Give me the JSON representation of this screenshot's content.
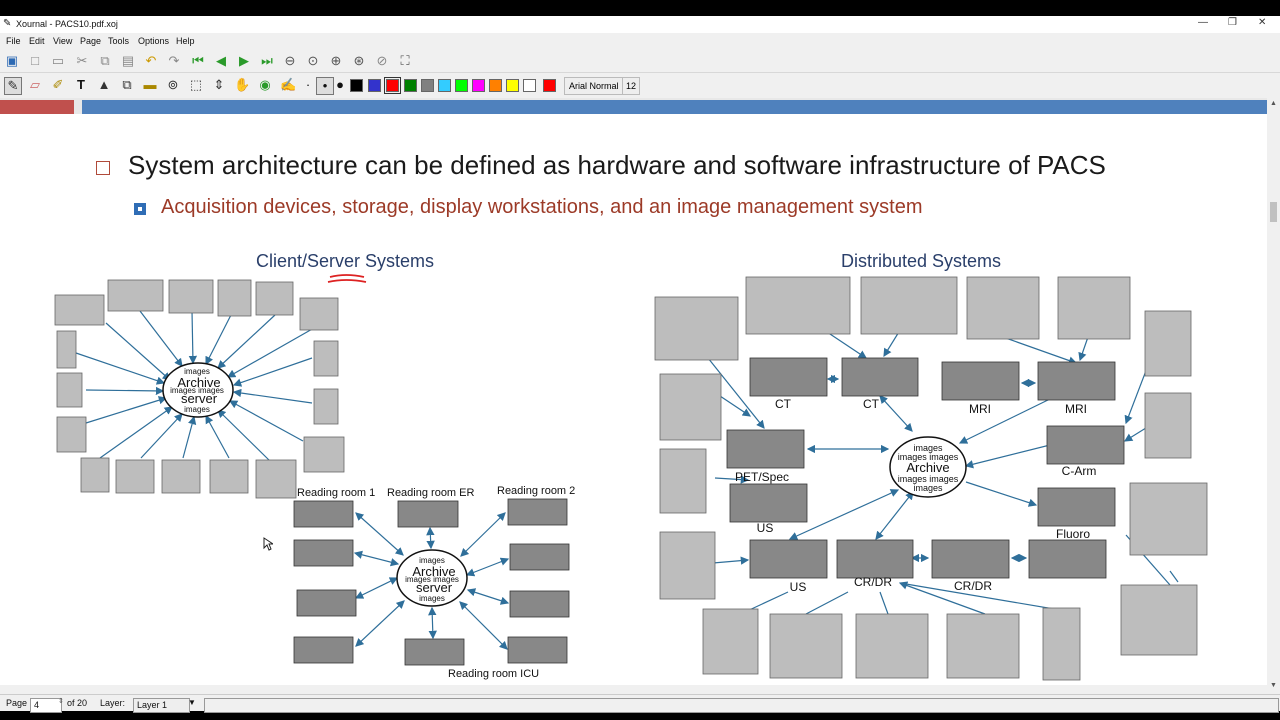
{
  "window": {
    "title": "Xournal - PACS10.pdf.xoj",
    "controls": [
      "minimize-icon",
      "restore-icon",
      "close-icon"
    ]
  },
  "menu": [
    "File",
    "Edit",
    "View",
    "Page",
    "Tools",
    "Options",
    "Help"
  ],
  "toolbar": {
    "font_name": "Arial Normal",
    "font_size": "12",
    "colors": [
      "#000000",
      "#3333cc",
      "#ff0000",
      "#008000",
      "#808080",
      "#33ccff",
      "#00ff00",
      "#ff00ff",
      "#ff8000",
      "#ffff00",
      "#ffffff",
      "#ff0000"
    ]
  },
  "slide": {
    "bullet1": "System architecture can be defined as hardware and software infrastructure of PACS",
    "bullet2": "Acquisition devices, storage, display workstations, and an image management system",
    "left_heading": "Client/Server Systems",
    "right_heading": "Distributed Systems"
  },
  "diagram_left": {
    "server_top": {
      "top": "images",
      "main1": "Archive",
      "mid": "images images",
      "main2": "server",
      "bottom": "images"
    },
    "server_bottom": {
      "top": "images",
      "main1": "Archive",
      "mid": "images images",
      "main2": "server",
      "bottom": "images"
    },
    "rooms": [
      "Reading room 1",
      "Reading room ER",
      "Reading room 2",
      "Reading room ICU"
    ]
  },
  "diagram_right": {
    "server": {
      "top": "images",
      "mid1": "images images",
      "main": "Archive",
      "mid2": "images images",
      "bottom": "images"
    },
    "labels": [
      "CT",
      "CT",
      "MRI",
      "MRI",
      "PET/Spec",
      "C-Arm",
      "US",
      "Fluoro",
      "US",
      "CR/DR",
      "CR/DR"
    ]
  },
  "status": {
    "page_label": "Page",
    "page_value": "4",
    "of_pages": "of 20",
    "layer_label": "Layer:",
    "layer_value": "Layer 1"
  }
}
